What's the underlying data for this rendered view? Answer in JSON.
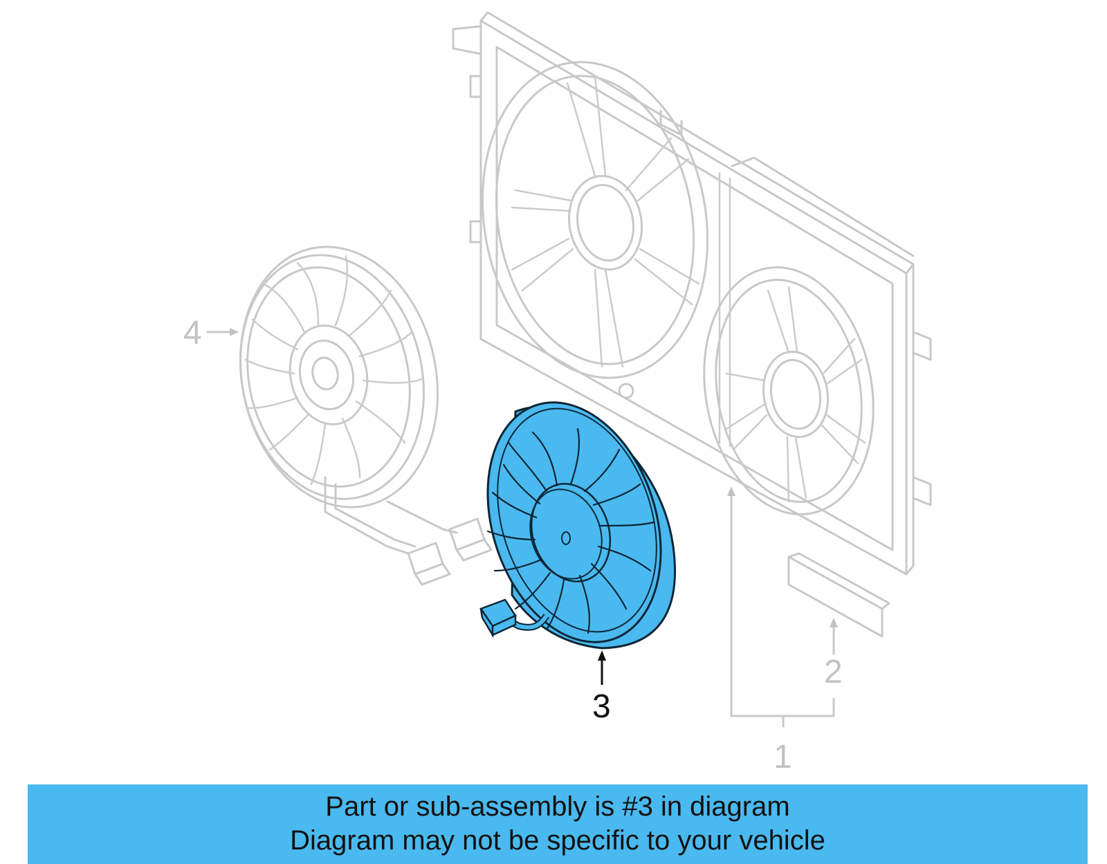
{
  "callouts": {
    "c1": "1",
    "c2": "2",
    "c3": "3",
    "c4": "4"
  },
  "highlight_color": "#4ab9ef",
  "highlighted_part": "3",
  "banner": {
    "line1": "Part or sub-assembly is #3 in diagram",
    "line2": "Diagram may not be specific to your vehicle"
  }
}
